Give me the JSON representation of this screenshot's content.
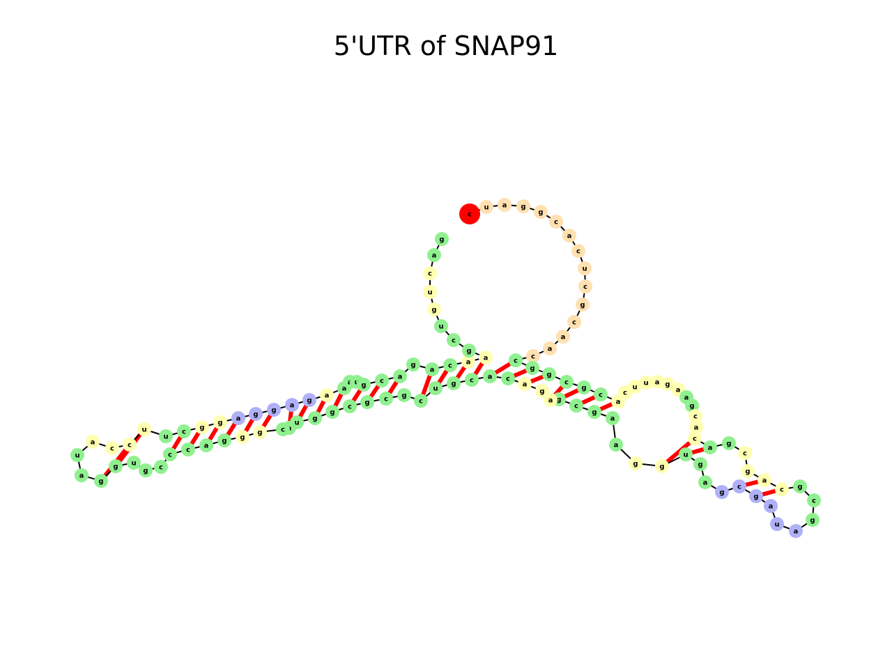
{
  "figure": {
    "title": "5'UTR of SNAP91"
  },
  "colors": {
    "five_prime": "#ff0000",
    "three_prime": "#008000",
    "loop": "#ffe0b0",
    "stem": "#90f090",
    "interior": "#ffffb0",
    "hairpin": "#b0b0f8",
    "pair": "#ff0000",
    "backbone": "#000000"
  },
  "structure": {
    "sequence": "cuaggcacucgcaaccggcgcacuuagaagcacagcgacgcgauagcgaguggaagcgagacacgucgcgcgguacgggacccguggauaccuucggaggagaaaugcagacaagcugucagcauuucgga",
    "regions": "FLLLLLLLLLLLLLLSSSSSSIIIIIIISSIIISSIIIISSSHHHHHHSSSIISSSSSIIISSSSSSSSSSSSSSSIISSSSSSSSSSSIIIISSIIHHHHHISSSSSSSSSIISSSIIISSSSLLLLLLLLLT"
  }
}
